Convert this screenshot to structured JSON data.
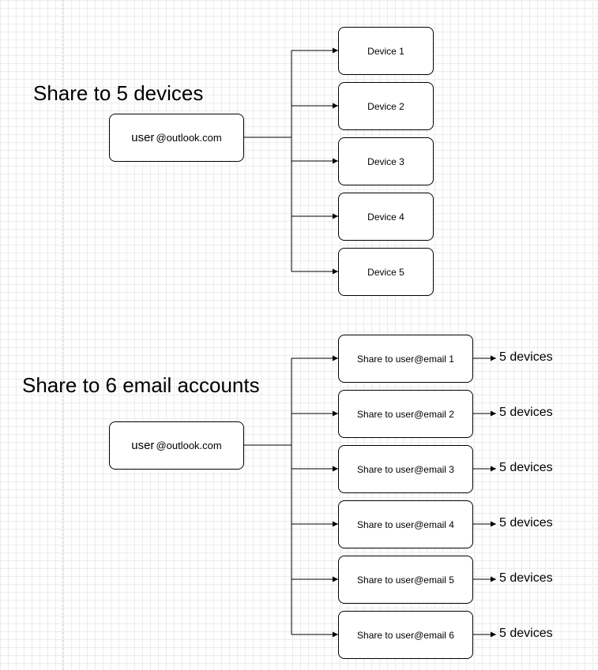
{
  "section1": {
    "heading": "Share to 5 devices",
    "user_prefix": "user",
    "user_domain": "@outlook.com",
    "devices": [
      "Device 1",
      "Device 2",
      "Device 3",
      "Device 4",
      "Device 5"
    ]
  },
  "section2": {
    "heading": "Share to 6 email accounts",
    "user_prefix": "user",
    "user_domain": "@outlook.com",
    "accounts": [
      "Share to user@email 1",
      "Share to user@email 2",
      "Share to user@email 3",
      "Share to user@email 4",
      "Share to user@email 5",
      "Share to user@email 6"
    ],
    "result_label": "5 devices"
  }
}
